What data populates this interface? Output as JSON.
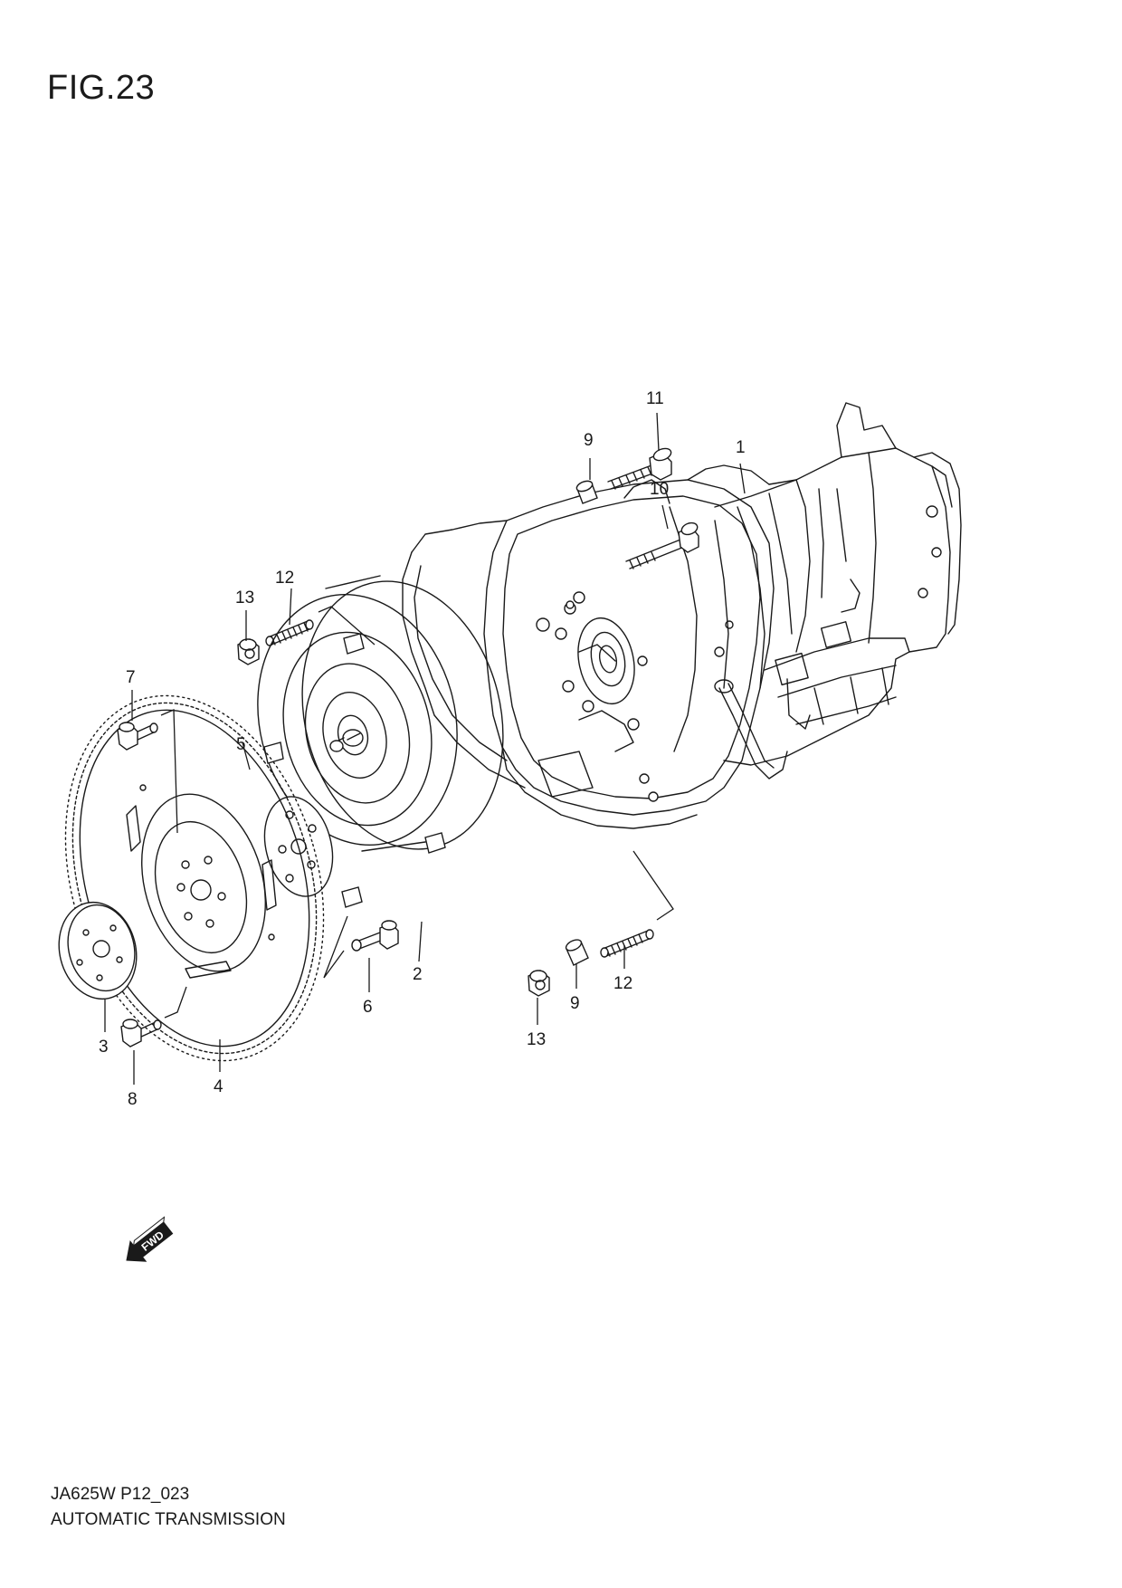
{
  "figure": {
    "title": "FIG.23"
  },
  "footer": {
    "code": "JA625W P12_023",
    "name": "AUTOMATIC TRANSMISSION"
  },
  "fwd_label": "FWD",
  "callouts": [
    {
      "id": "c1",
      "label": "1"
    },
    {
      "id": "c2",
      "label": "2"
    },
    {
      "id": "c3",
      "label": "3"
    },
    {
      "id": "c4",
      "label": "4"
    },
    {
      "id": "c5",
      "label": "5"
    },
    {
      "id": "c6",
      "label": "6"
    },
    {
      "id": "c7",
      "label": "7"
    },
    {
      "id": "c8",
      "label": "8"
    },
    {
      "id": "c9a",
      "label": "9"
    },
    {
      "id": "c9b",
      "label": "9"
    },
    {
      "id": "c10",
      "label": "10"
    },
    {
      "id": "c11",
      "label": "11"
    },
    {
      "id": "c12a",
      "label": "12"
    },
    {
      "id": "c12b",
      "label": "12"
    },
    {
      "id": "c13a",
      "label": "13"
    },
    {
      "id": "c13b",
      "label": "13"
    }
  ]
}
